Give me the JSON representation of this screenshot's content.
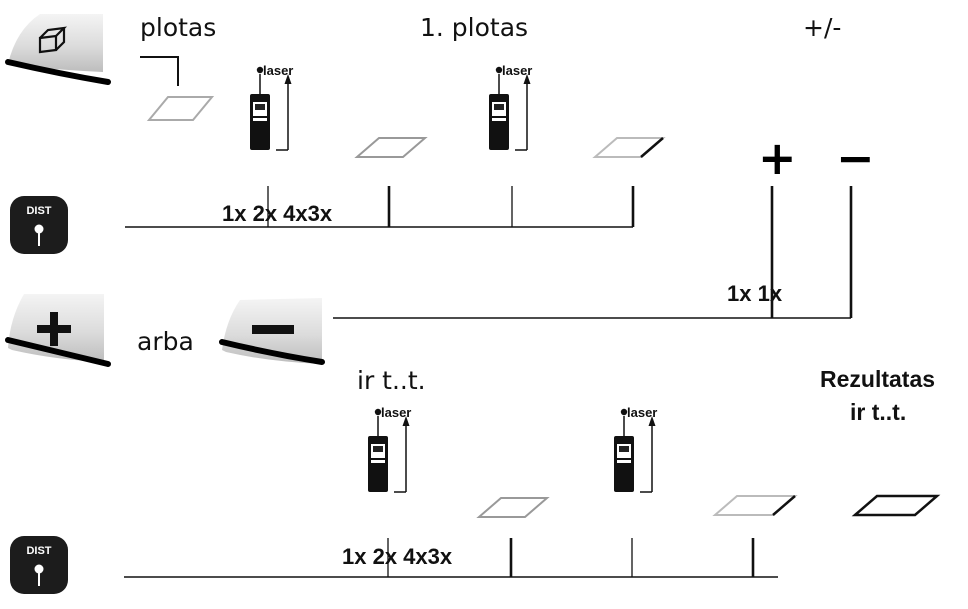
{
  "top_labels": {
    "area": "plotas",
    "first_area": "1. plotas",
    "plus_minus": "+/-"
  },
  "row1": {
    "counts": "1x 2x 4x3x",
    "laser_1": "laser",
    "laser_2": "laser"
  },
  "signs": {
    "plus": "+",
    "minus": "−",
    "counts": "1x 1x"
  },
  "middle": {
    "or": "arba"
  },
  "row2": {
    "etc": "ir t..t.",
    "counts": "1x 2x 4x3x",
    "laser_1": "laser",
    "laser_2": "laser"
  },
  "result": {
    "line1": "Rezultatas",
    "line2": "ir t..t."
  },
  "keys": {
    "dist_label": "DIST"
  },
  "icons": [
    "area-key-icon",
    "dist-key-icon",
    "plus-key-icon",
    "minus-key-icon",
    "laser-device-icon",
    "area-surface-icon"
  ]
}
